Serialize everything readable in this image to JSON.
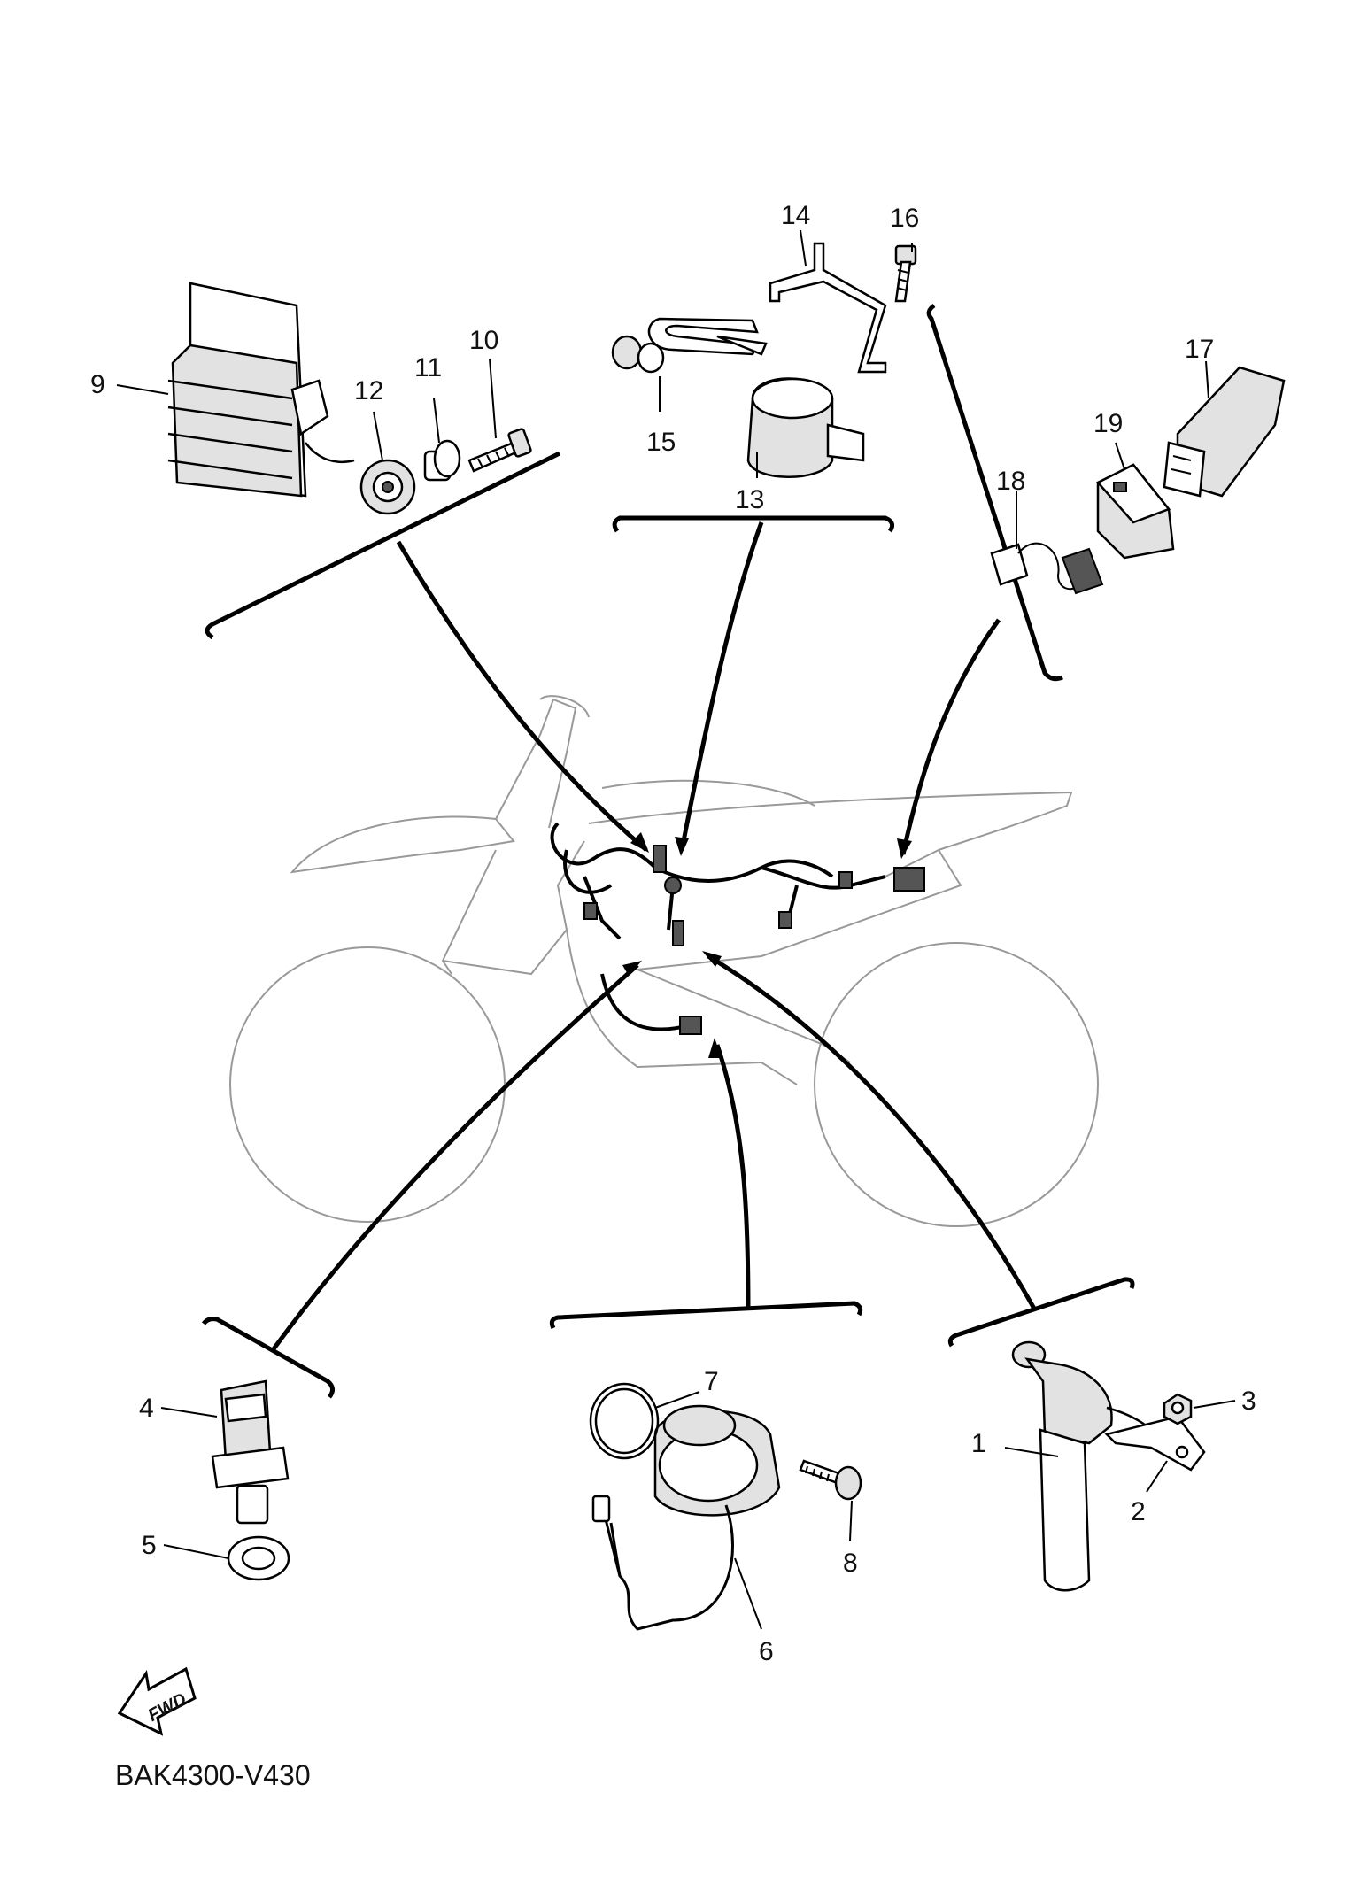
{
  "callouts": [
    {
      "id": "1",
      "label": "1"
    },
    {
      "id": "2",
      "label": "2"
    },
    {
      "id": "3",
      "label": "3"
    },
    {
      "id": "4",
      "label": "4"
    },
    {
      "id": "5",
      "label": "5"
    },
    {
      "id": "6",
      "label": "6"
    },
    {
      "id": "7",
      "label": "7"
    },
    {
      "id": "8",
      "label": "8"
    },
    {
      "id": "9",
      "label": "9"
    },
    {
      "id": "10",
      "label": "10"
    },
    {
      "id": "11",
      "label": "11"
    },
    {
      "id": "12",
      "label": "12"
    },
    {
      "id": "13",
      "label": "13"
    },
    {
      "id": "14",
      "label": "14"
    },
    {
      "id": "15",
      "label": "15"
    },
    {
      "id": "16",
      "label": "16"
    },
    {
      "id": "17",
      "label": "17"
    },
    {
      "id": "18",
      "label": "18"
    },
    {
      "id": "19",
      "label": "19"
    }
  ],
  "fwd_arrow": {
    "label": "FWD",
    "icon": "fwd-arrow-icon"
  },
  "diagram_code": "BAK4300-V430"
}
